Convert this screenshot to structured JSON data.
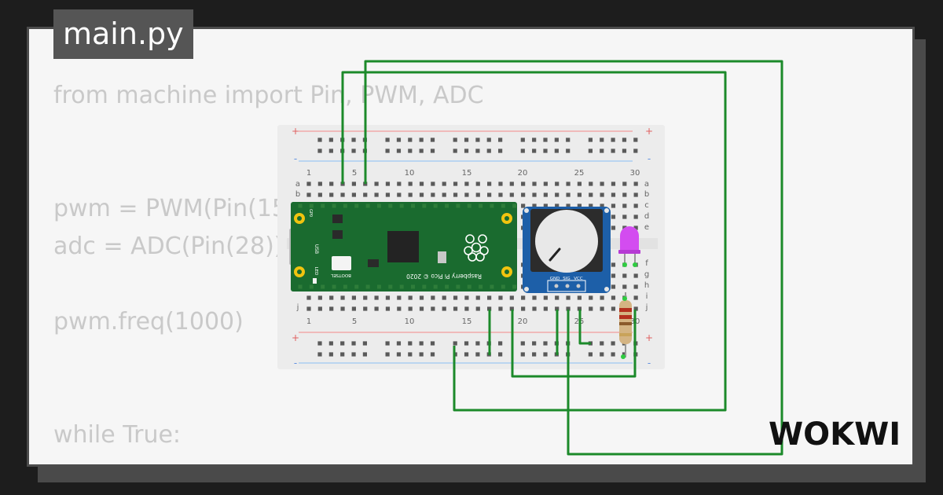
{
  "file_tab": {
    "label": "main.py"
  },
  "code_lines": [
    "from machine import Pin, PWM, ADC",
    "",
    "",
    "pwm = PWM(Pin(15",
    "adc = ADC(Pin(28))",
    "",
    "pwm.freq(1000)",
    "",
    "",
    "while True:"
  ],
  "breadboard": {
    "column_numbers": [
      "1",
      "5",
      "10",
      "15",
      "20",
      "25",
      "30"
    ],
    "row_letters_top": [
      "a",
      "b",
      "c",
      "d",
      "e"
    ],
    "row_letters_bottom": [
      "f",
      "g",
      "h",
      "i",
      "j"
    ],
    "rail_plus": "+",
    "rail_minus": "-"
  },
  "pico": {
    "silk_name": "Raspberry Pi Pico © 2020",
    "silk_usb": "USB",
    "silk_bootsel": "BOOTSEL",
    "silk_led": "LED",
    "silk_gp": "GP0",
    "board_color": "#1a6b2f"
  },
  "potentiometer": {
    "pin_labels": [
      "GND",
      "SIG",
      "VCC"
    ],
    "board_color": "#1d5fa8"
  },
  "led": {
    "color": "#d34cf0"
  },
  "brand": {
    "name": "WOKWI"
  },
  "wire_color": "#1c8a2a"
}
